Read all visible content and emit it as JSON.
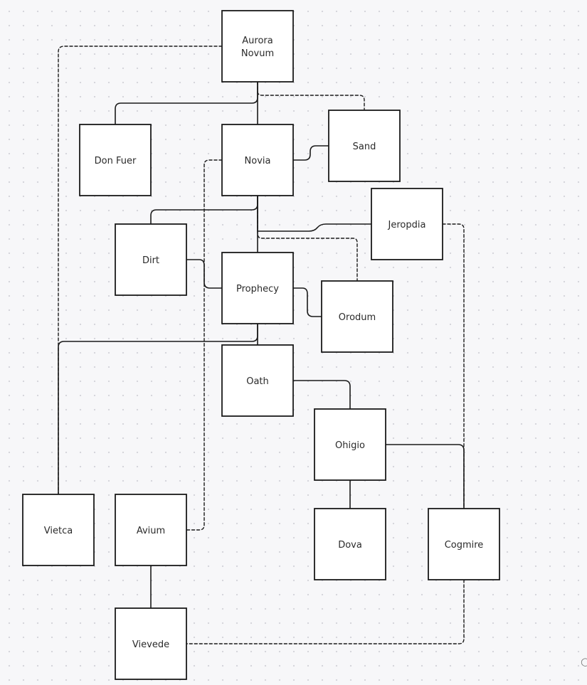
{
  "diagram": {
    "nodes": [
      {
        "id": "aurora-novum",
        "label": "Aurora\nNovum"
      },
      {
        "id": "don-fuer",
        "label": "Don Fuer"
      },
      {
        "id": "novia",
        "label": "Novia"
      },
      {
        "id": "sand",
        "label": "Sand"
      },
      {
        "id": "jeropdia",
        "label": "Jeropdia"
      },
      {
        "id": "dirt",
        "label": "Dirt"
      },
      {
        "id": "prophecy",
        "label": "Prophecy"
      },
      {
        "id": "orodum",
        "label": "Orodum"
      },
      {
        "id": "oath",
        "label": "Oath"
      },
      {
        "id": "ohigio",
        "label": "Ohigio"
      },
      {
        "id": "vietca",
        "label": "Vietca"
      },
      {
        "id": "avium",
        "label": "Avium"
      },
      {
        "id": "dova",
        "label": "Dova"
      },
      {
        "id": "cogmire",
        "label": "Cogmire"
      },
      {
        "id": "vievede",
        "label": "Vievede"
      }
    ],
    "edges": [
      {
        "from": "aurora-novum",
        "to": "don-fuer",
        "style": "solid"
      },
      {
        "from": "aurora-novum",
        "to": "novia",
        "style": "solid"
      },
      {
        "from": "aurora-novum",
        "to": "sand",
        "style": "dashed"
      },
      {
        "from": "aurora-novum",
        "to": "vietca",
        "style": "dashed"
      },
      {
        "from": "novia",
        "to": "sand",
        "style": "solid"
      },
      {
        "from": "novia",
        "to": "dirt",
        "style": "solid"
      },
      {
        "from": "novia",
        "to": "prophecy",
        "style": "solid"
      },
      {
        "from": "novia",
        "to": "jeropdia",
        "style": "solid"
      },
      {
        "from": "novia",
        "to": "orodum",
        "style": "dashed"
      },
      {
        "from": "novia",
        "to": "avium",
        "style": "dashed"
      },
      {
        "from": "dirt",
        "to": "prophecy",
        "style": "solid"
      },
      {
        "from": "prophecy",
        "to": "orodum",
        "style": "solid"
      },
      {
        "from": "prophecy",
        "to": "oath",
        "style": "solid"
      },
      {
        "from": "prophecy",
        "to": "vietca",
        "style": "solid"
      },
      {
        "from": "oath",
        "to": "ohigio",
        "style": "solid"
      },
      {
        "from": "ohigio",
        "to": "dova",
        "style": "solid"
      },
      {
        "from": "ohigio",
        "to": "cogmire",
        "style": "solid"
      },
      {
        "from": "jeropdia",
        "to": "cogmire",
        "style": "dashed"
      },
      {
        "from": "avium",
        "to": "vievede",
        "style": "solid"
      },
      {
        "from": "cogmire",
        "to": "vievede",
        "style": "dashed"
      }
    ]
  }
}
